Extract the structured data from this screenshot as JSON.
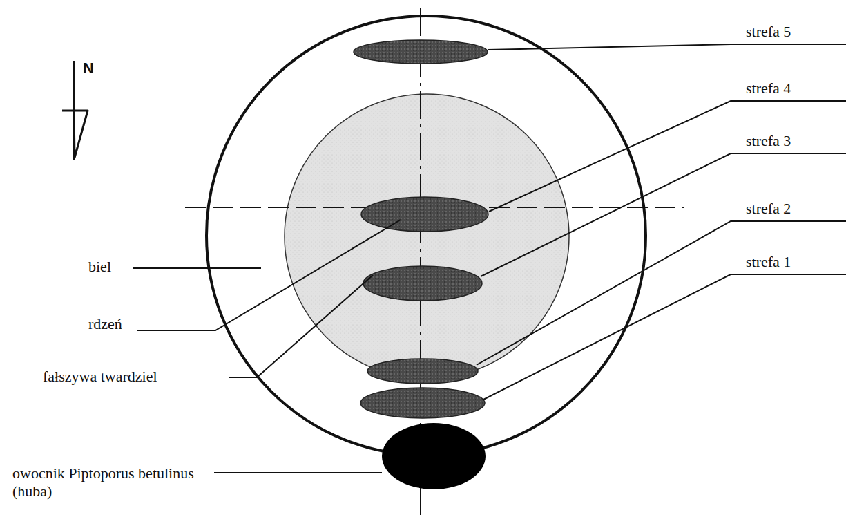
{
  "diagram": {
    "labels": [
      "N",
      "strefa 5",
      "strefa 4",
      "strefa 3",
      "strefa 2",
      "strefa 1",
      "biel",
      "rdzeń",
      "fałszywa twardziel",
      "owocnik Piptoporus betulinus (huba)"
    ]
  }
}
